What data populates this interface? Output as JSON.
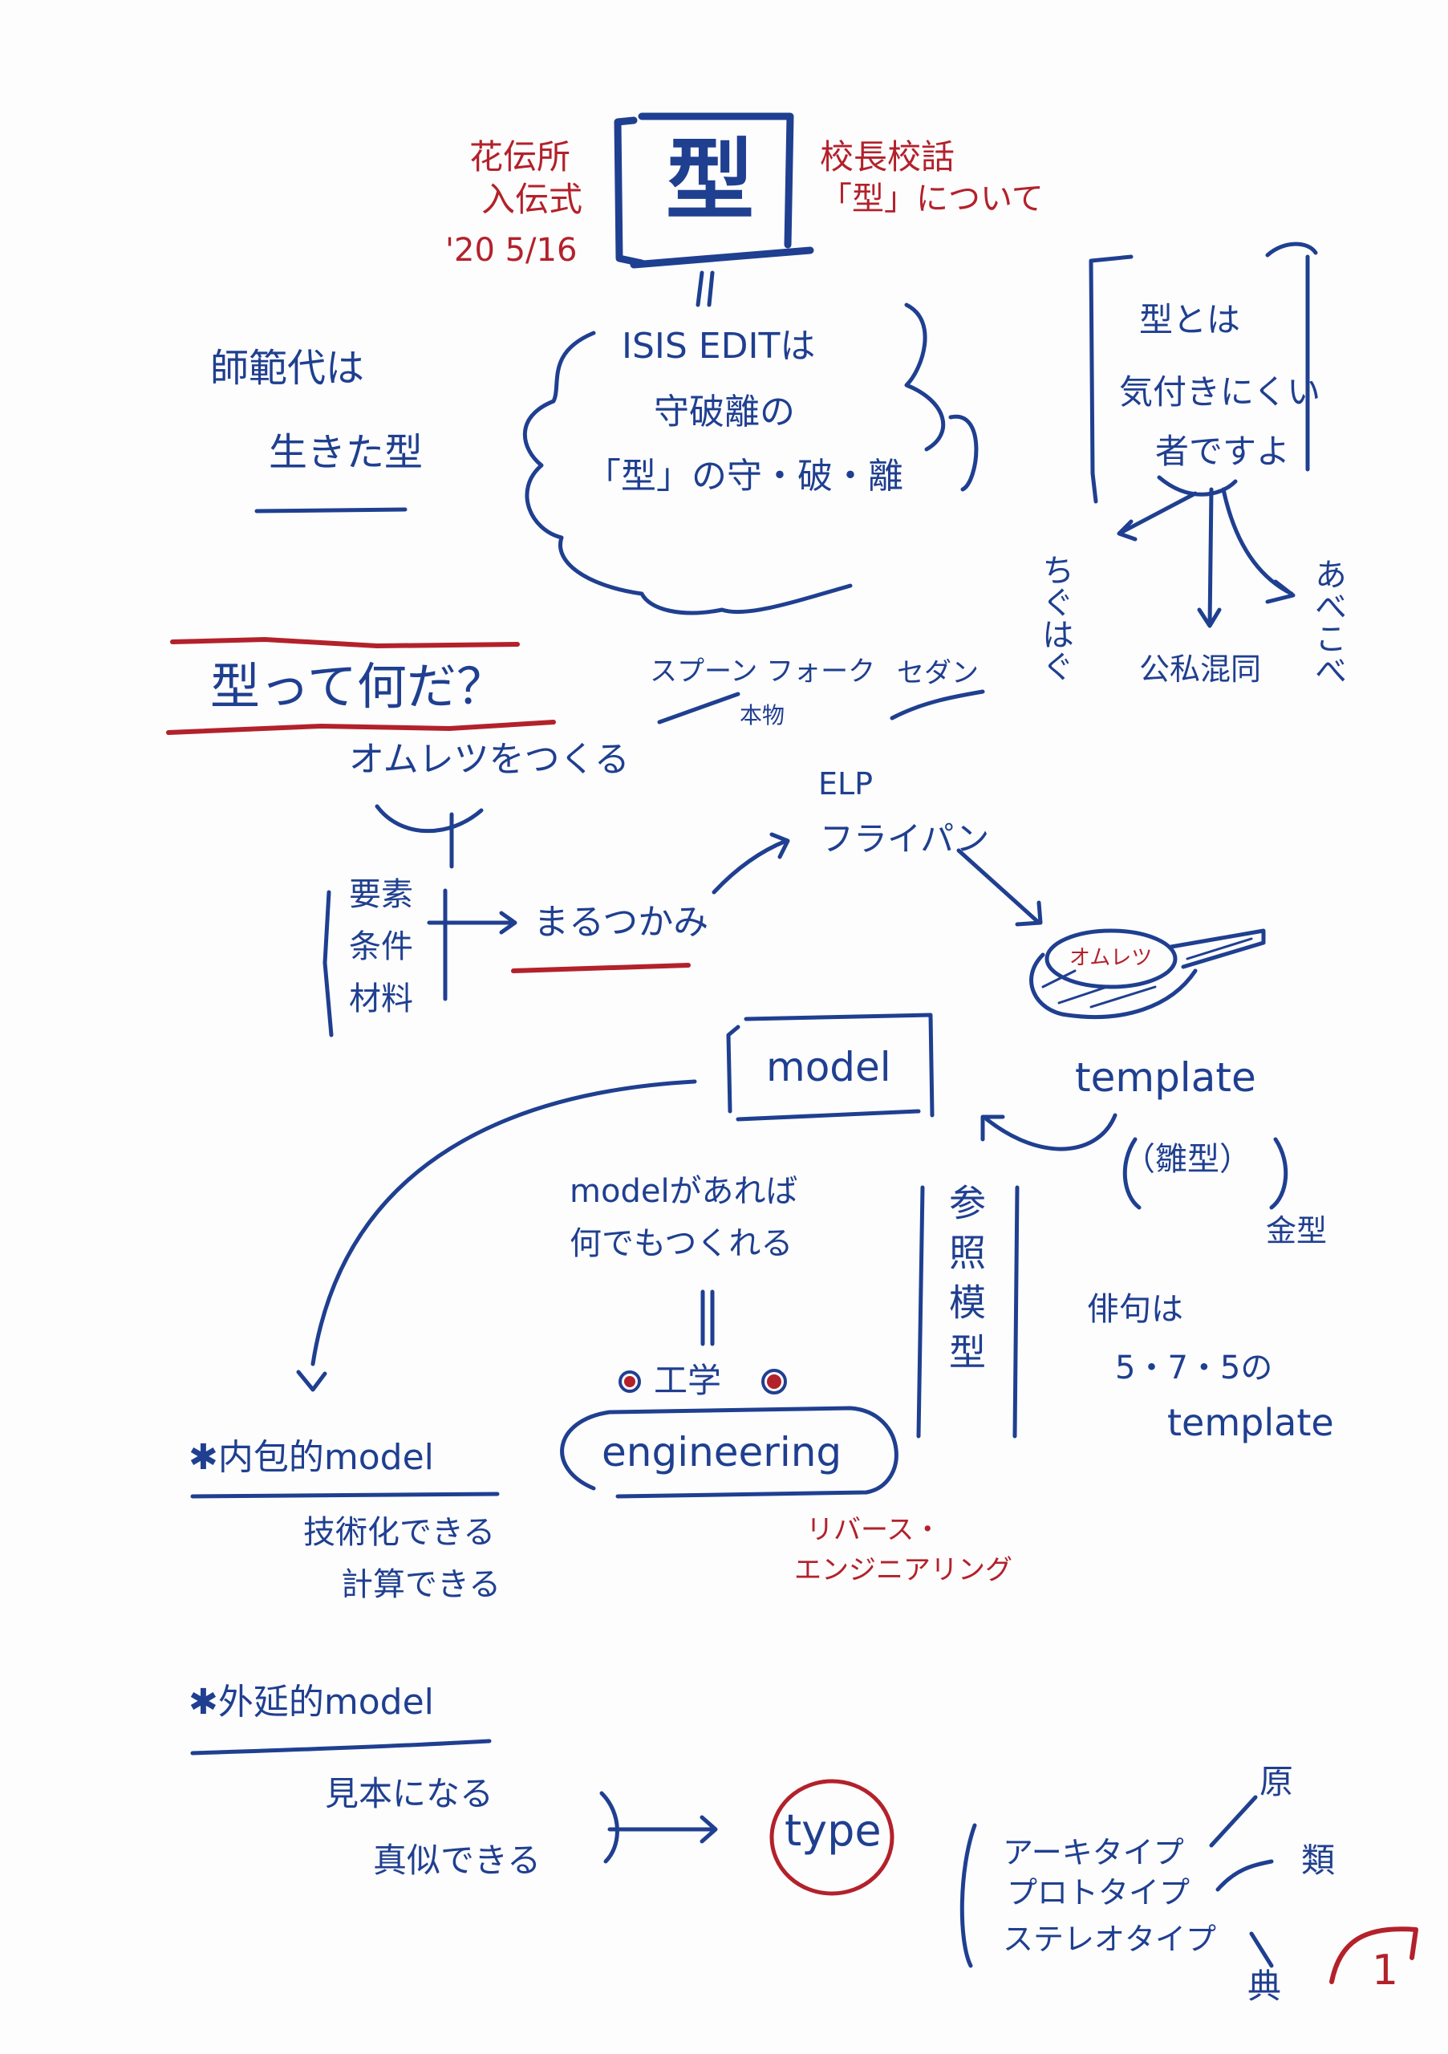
{
  "title": {
    "main_kanji": "型",
    "left_note": [
      "花伝所",
      "入伝式"
    ],
    "date": "'20 5/16",
    "right_note": [
      "校長校話",
      "「型」について"
    ]
  },
  "cloud": {
    "lines": [
      "ISIS EDITは",
      "守破離の",
      "「型」の守・破・離"
    ]
  },
  "left_note": {
    "lines": [
      "師範代は",
      "生きた型"
    ]
  },
  "bracket_note": {
    "lines": [
      "型とは",
      "気付きにくい",
      "者ですよ"
    ],
    "branches": [
      "ちぐはぐ",
      "公私混同",
      "あべこべ"
    ]
  },
  "question": {
    "heading": "型って何だ？",
    "example": "オムレツをつくる",
    "factors": [
      "要素",
      "条件",
      "材料"
    ],
    "result": "まるつかみ"
  },
  "examples": {
    "spoon_fork": "スプーン フォーク",
    "real": "本物",
    "sedan": "セダン",
    "elp": "ELP",
    "fryingpan": "フライパン",
    "pan_label": "オムレツ"
  },
  "model": {
    "label": "model",
    "template": "template",
    "template_jp": "（雛型）",
    "kanagata": "金型",
    "haiku": [
      "俳句は",
      "5・7・5の",
      "template"
    ],
    "if_model": [
      "modelがあれば",
      "何でもつくれる"
    ],
    "reference": "参照模型",
    "kougaku": "工学",
    "engineering": "engineering",
    "reverse": [
      "リバース・",
      "エンジニアリング"
    ]
  },
  "intensional": {
    "heading": "内包的model",
    "lines": [
      "技術化できる",
      "計算できる"
    ]
  },
  "extensional": {
    "heading": "外延的model",
    "lines": [
      "見本になる",
      "真似できる"
    ],
    "type": "type",
    "types": [
      "アーキタイプ",
      "プロトタイプ",
      "ステレオタイプ"
    ],
    "type_kanji": [
      "原",
      "類",
      "典"
    ]
  },
  "page_number": "1",
  "colors": {
    "ink_blue": "#1f3f90",
    "ink_red": "#b3212b"
  }
}
